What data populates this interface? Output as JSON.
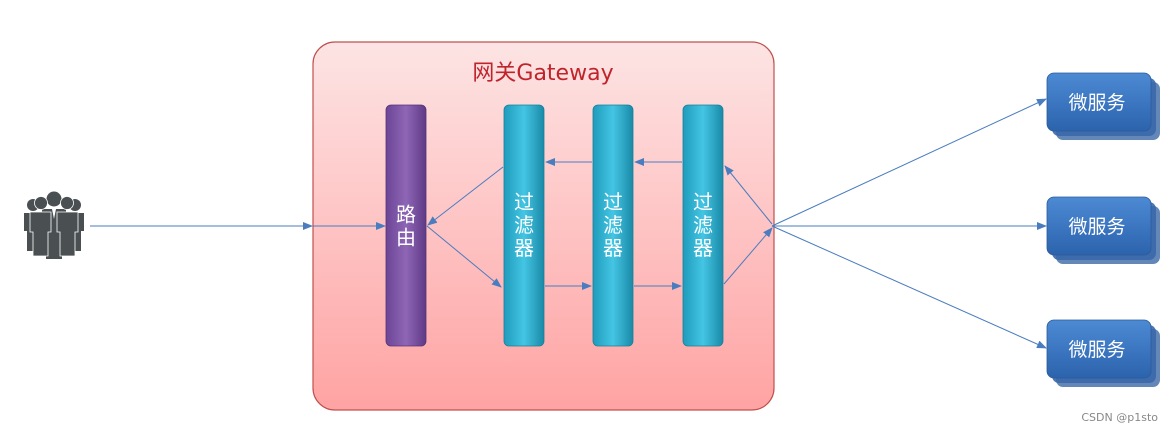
{
  "gateway": {
    "title": "网关Gateway"
  },
  "router": {
    "label": "路由"
  },
  "filters": [
    {
      "label": "过滤器"
    },
    {
      "label": "过滤器"
    },
    {
      "label": "过滤器"
    }
  ],
  "microservices": [
    {
      "label": "微服务"
    },
    {
      "label": "微服务"
    },
    {
      "label": "微服务"
    }
  ],
  "users": {
    "icon": "users-group-icon",
    "color": "#4a4f52"
  },
  "colors": {
    "gateway_fill_top": "#fde3e3",
    "gateway_fill_bottom": "#ffa8a8",
    "gateway_border": "#c0504d",
    "router_fill": "#7f56a5",
    "filter_fill": "#2fb6d6",
    "microservice_fill": "#3a76c2",
    "arrow": "#4a7cc0"
  },
  "watermark": "CSDN @p1sto"
}
